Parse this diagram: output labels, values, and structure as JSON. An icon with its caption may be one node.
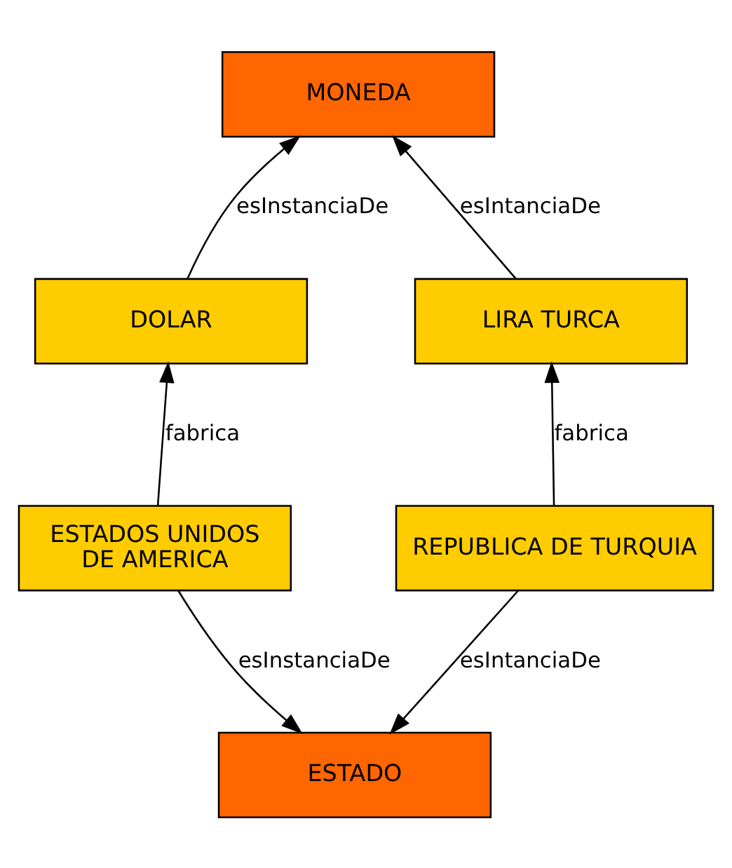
{
  "diagram": {
    "nodes": [
      {
        "text": [
          "MONEDA"
        ]
      },
      {
        "text": [
          "DOLAR"
        ]
      },
      {
        "text": [
          "LIRA TURCA"
        ]
      },
      {
        "text": [
          "ESTADOS UNIDOS DE AMERICA"
        ]
      },
      {
        "text": [
          "REPUBLICA DE TURQUIA"
        ]
      },
      {
        "text": [
          "ESTADO"
        ]
      }
    ],
    "edges": [
      {
        "from": 1,
        "to": 0,
        "arrow": "to",
        "label": "esInstanciaDe"
      },
      {
        "from": 2,
        "to": 0,
        "arrow": "to",
        "label": "esIntanciaDe"
      },
      {
        "from": 3,
        "to": 1,
        "arrow": "to",
        "label": "fabrica"
      },
      {
        "from": 4,
        "to": 2,
        "arrow": "to",
        "label": "fabrica"
      },
      {
        "from": 3,
        "to": 5,
        "arrow": "to",
        "label": "esInstanciaDe"
      },
      {
        "from": 4,
        "to": 5,
        "arrow": "to",
        "label": "esIntanciaDe"
      }
    ]
  }
}
